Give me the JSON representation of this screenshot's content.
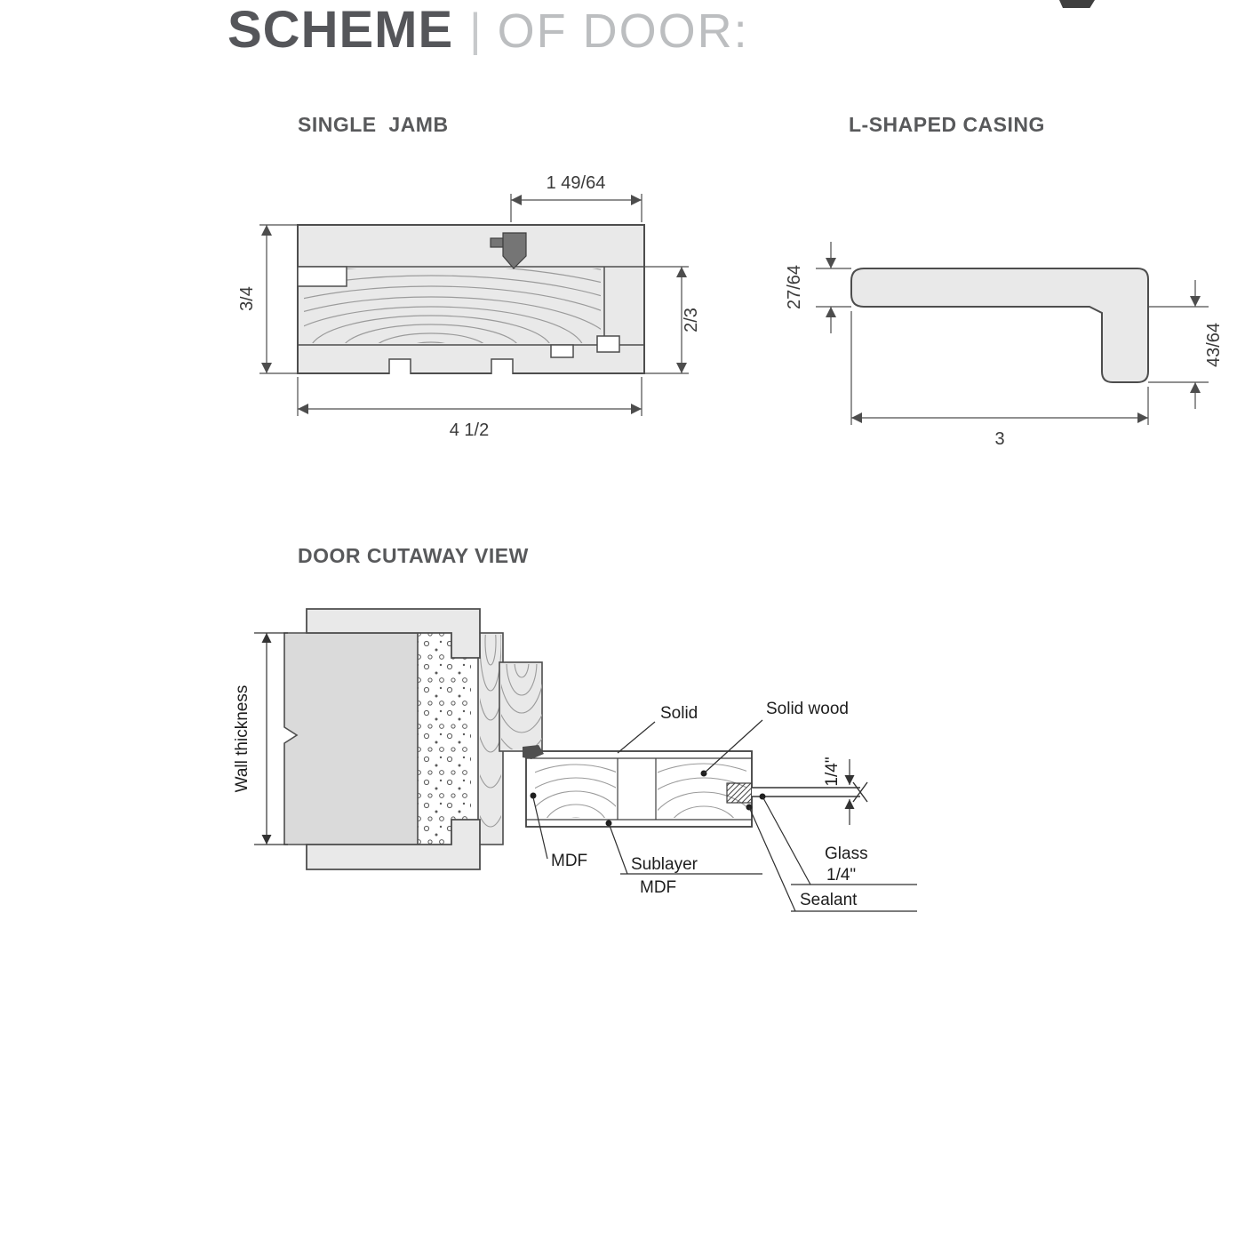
{
  "header": {
    "title_main": "SCHEME",
    "title_divider": "|",
    "title_sub": "OF DOOR:"
  },
  "single_jamb": {
    "heading": "SINGLE  JAMB",
    "dim_top": "1 49/64",
    "dim_left": "3/4",
    "dim_right": "2/3",
    "dim_bottom": "4 1/2"
  },
  "l_casing": {
    "heading": "L-SHAPED CASING",
    "dim_left": "27/64",
    "dim_right": "43/64",
    "dim_bottom": "3"
  },
  "cutaway": {
    "heading": "DOOR CUTAWAY VIEW",
    "wall_label": "Wall thickness",
    "label_solid": "Solid",
    "label_solid_wood": "Solid wood",
    "label_glass_thickness": "1/4\"",
    "label_mdf": "MDF",
    "label_sublayer_line1": "Sublayer",
    "label_sublayer_line2": "MDF",
    "label_glass_line1": "Glass",
    "label_glass_line2": "1/4\"",
    "label_sealant": "Sealant"
  },
  "colors": {
    "heading": "#58595b",
    "title_light": "#bcbec0",
    "outline": "#4d4d4d",
    "part_fill": "#e9e9e9",
    "wall_fill": "#dadada",
    "seal_fill": "#757575",
    "grain": "#9b9b9b"
  }
}
